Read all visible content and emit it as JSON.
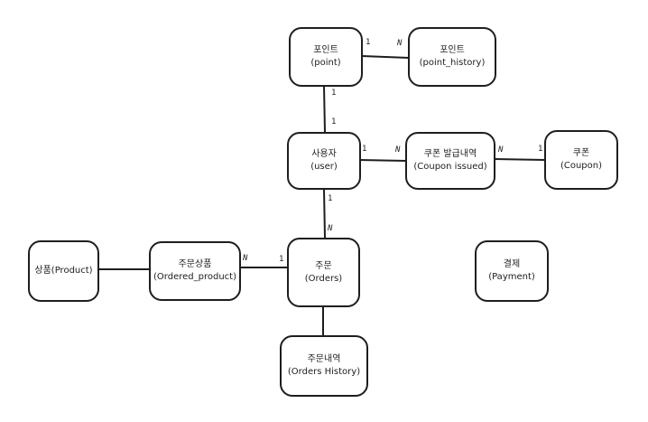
{
  "nodes": {
    "point": {
      "line1": "포인트",
      "line2": "(point)"
    },
    "point_history": {
      "line1": "포인트",
      "line2": "(point_history)"
    },
    "user": {
      "line1": "사용자",
      "line2": "(user)"
    },
    "coupon_issued": {
      "line1": "쿠폰 발급내역",
      "line2": "(Coupon issued)"
    },
    "coupon": {
      "line1": "쿠폰",
      "line2": "(Coupon)"
    },
    "product": {
      "line1": "상품(Product)"
    },
    "ordered_product": {
      "line1": "주문상품",
      "line2": "(Ordered_product)"
    },
    "orders": {
      "line1": "주문",
      "line2": "(Orders)"
    },
    "payment": {
      "line1": "결제",
      "line2": "(Payment)"
    },
    "orders_history": {
      "line1": "주문내역",
      "line2": "(Orders History)"
    }
  },
  "cardinality": {
    "point_to_history_1": "1",
    "point_to_history_n": "N",
    "point_to_user_1a": "1",
    "point_to_user_1b": "1",
    "user_to_coupon_issued_1": "1",
    "user_to_coupon_issued_n": "N",
    "coupon_issued_to_coupon_n": "N",
    "coupon_issued_to_coupon_1": "1",
    "user_to_orders_1": "1",
    "user_to_orders_n": "N",
    "ordered_product_to_orders_n": "N",
    "ordered_product_to_orders_1": "1"
  }
}
